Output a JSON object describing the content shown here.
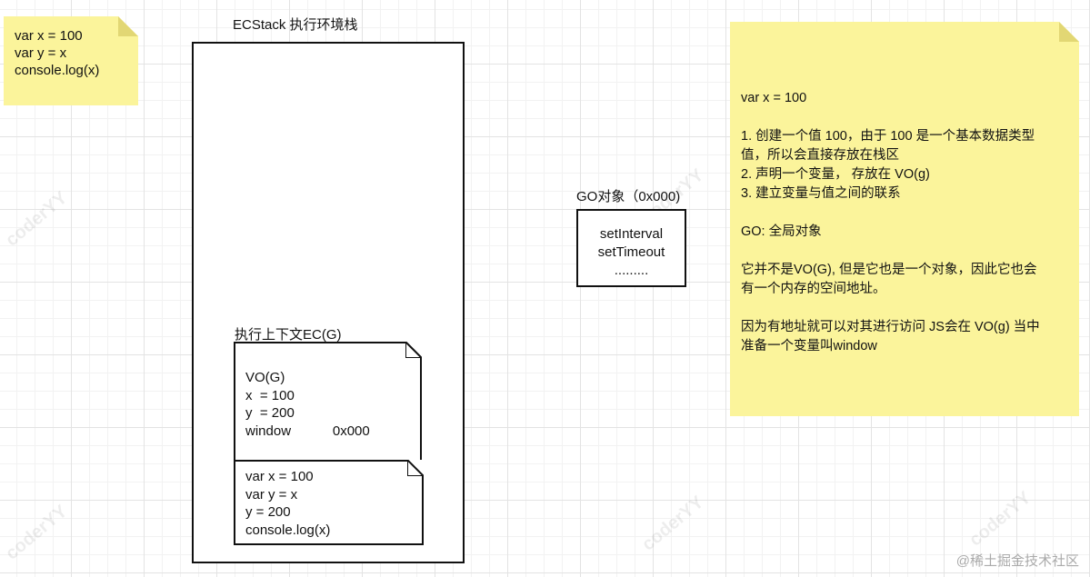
{
  "top_note": {
    "lines": [
      "var x = 100",
      "var y = x",
      "console.log(x)"
    ]
  },
  "ecstack": {
    "title": "ECStack 执行环境栈"
  },
  "ec_global": {
    "title": "执行上下文EC(G)",
    "vo_lines": [
      "VO(G)",
      "x  = 100",
      "y  = 200",
      "window           0x000"
    ],
    "code_lines": [
      "var x = 100",
      "var y = x",
      "y = 200",
      "console.log(x)"
    ]
  },
  "go_object": {
    "title": "GO对象（0x000)",
    "lines": [
      "setInterval",
      "setTimeout",
      "........."
    ]
  },
  "right_note": {
    "lines": [
      "var x = 100",
      "",
      "1. 创建一个值 100，由于 100 是一个基本数据类型",
      "值，所以会直接存放在栈区",
      "2. 声明一个变量， 存放在 VO(g)",
      "3. 建立变量与值之间的联系",
      "",
      "GO: 全局对象",
      "",
      "它并不是VO(G), 但是它也是一个对象，因此它也会",
      "有一个内存的空间地址。",
      "",
      "因为有地址就可以对其进行访问 JS会在 VO(g) 当中",
      "准备一个变量叫window"
    ]
  },
  "watermark": "coderYY",
  "attribution": "@稀土掘金技术社区",
  "colors": {
    "sticky": "#fbf49b",
    "border": "#111111",
    "grid": "#e3e3e3"
  }
}
